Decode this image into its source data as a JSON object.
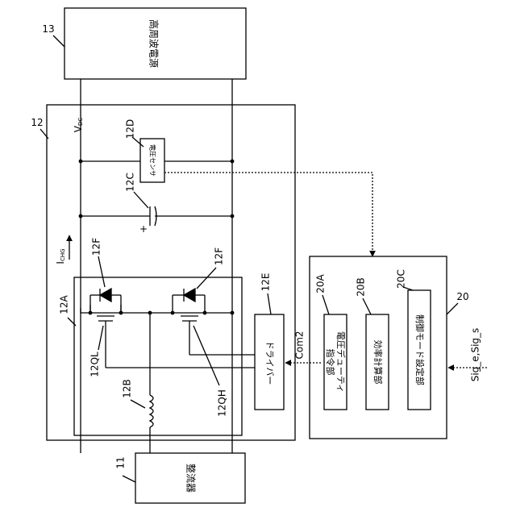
{
  "blocks": {
    "hf_power_label": "高周波電源",
    "hf_power_ref": "13",
    "converter_ref": "12",
    "rectifier_label": "整流器",
    "rectifier_ref": "11",
    "controller_ref": "20",
    "voltage_duty_label_1": "電圧デューティ",
    "voltage_duty_label_2": "指令部",
    "voltage_duty_ref": "20A",
    "efficiency_label": "効率計算部",
    "efficiency_ref": "20B",
    "control_mode_label": "制御モード設定部",
    "control_mode_ref": "20C",
    "voltage_sensor_label": "電圧センサ",
    "voltage_sensor_ref": "12D",
    "driver_label": "ドライバー",
    "driver_ref": "12E"
  },
  "components": {
    "capacitor_ref": "12C",
    "plus_sign": "+",
    "diode_ref_left": "12F",
    "diode_ref_right": "12F",
    "switch_group_ref": "12A",
    "inductor_ref": "12B",
    "low_switch_ref": "12QL",
    "high_switch_ref": "12QH"
  },
  "signals": {
    "vdc_main": "V",
    "vdc_sub": "DC",
    "ichg_main": "I",
    "ichg_sub": "CHG",
    "com2": "Com2",
    "sig_inputs": "Sig_e,Sig_s"
  }
}
